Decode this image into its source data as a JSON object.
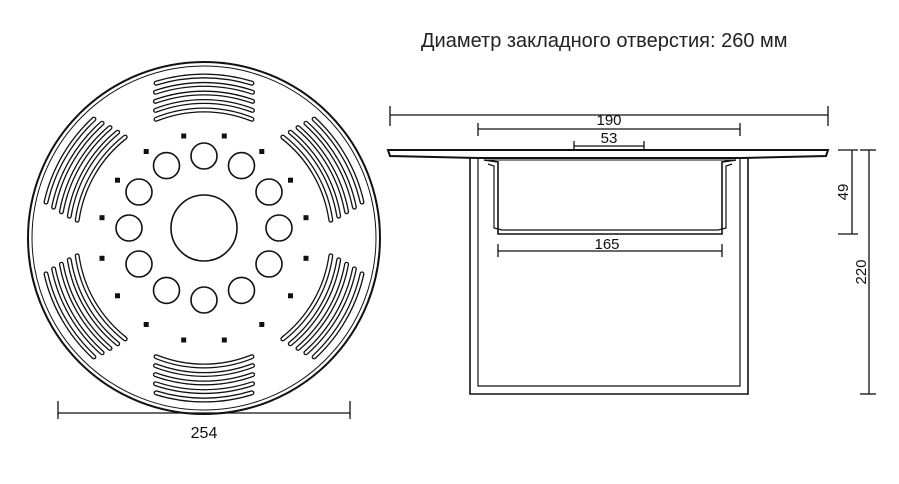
{
  "caption": "Диаметр закладного отверстия: 260 мм",
  "dimensions": {
    "cover_diameter": "254",
    "flange_width": "190",
    "center_width": "53",
    "basket_width": "165",
    "basket_depth": "49",
    "total_height": "220"
  },
  "colors": {
    "line": "#111111",
    "background": "#ffffff"
  }
}
